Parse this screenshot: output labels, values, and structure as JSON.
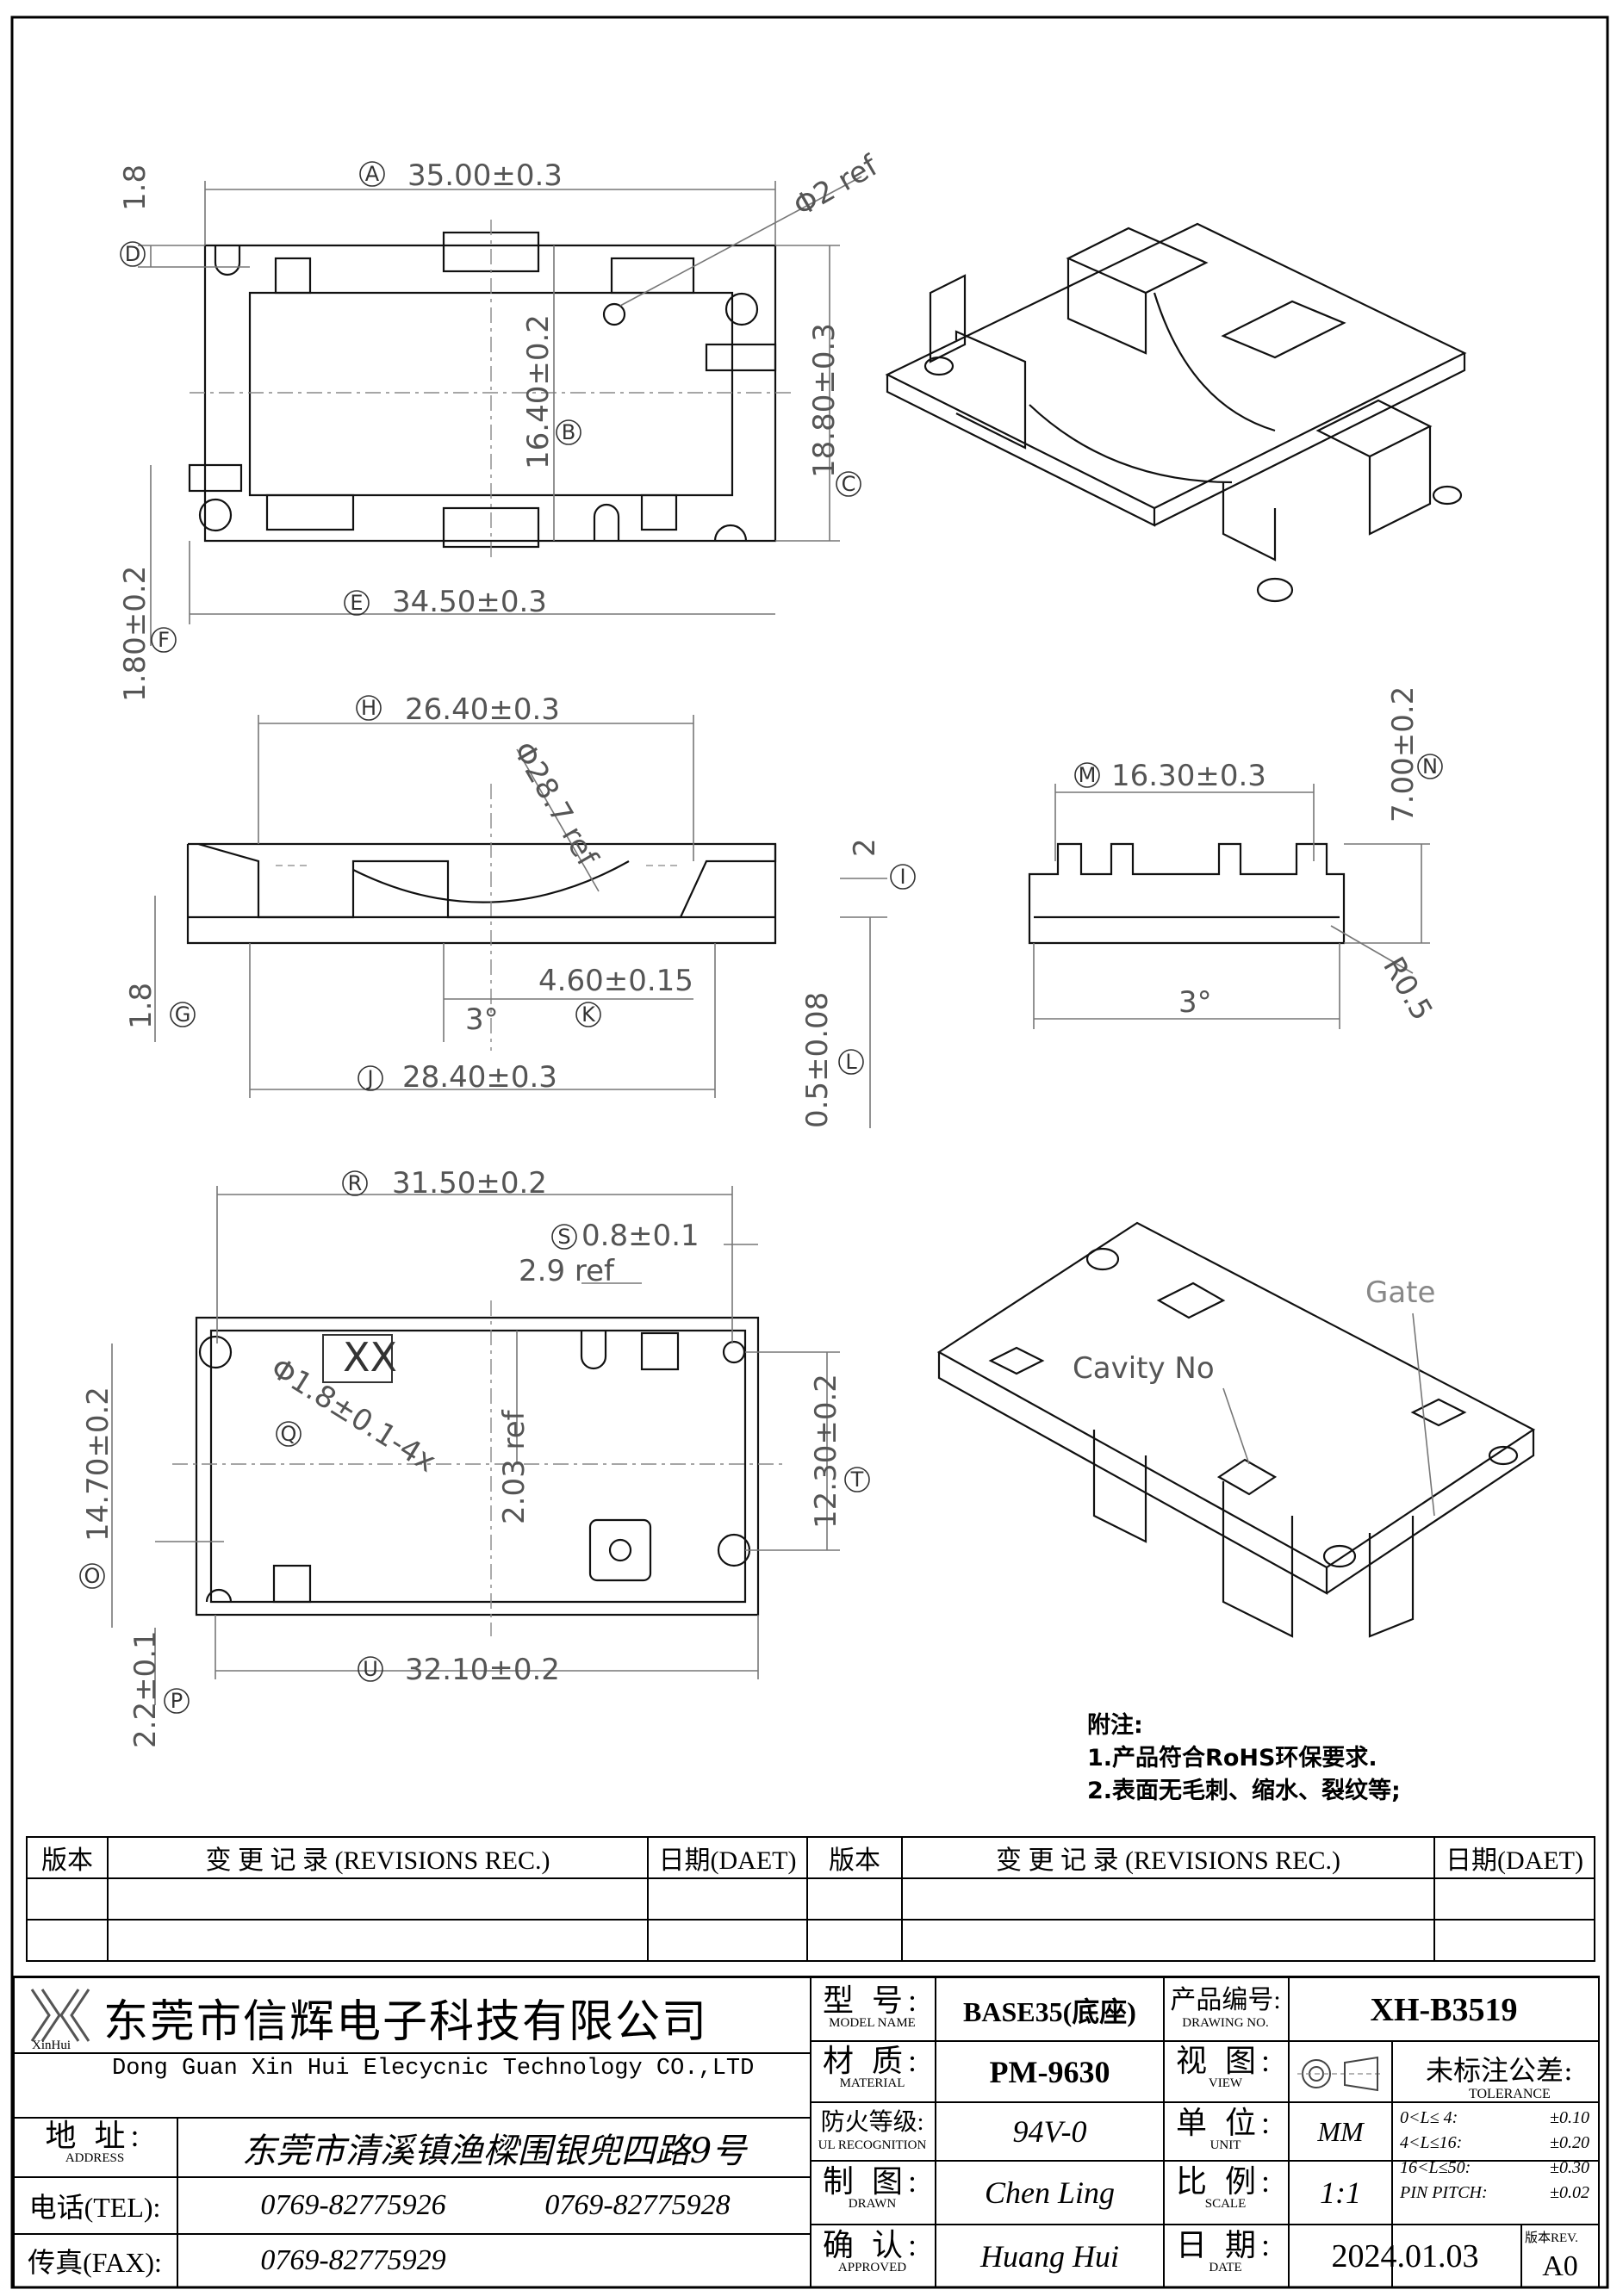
{
  "dimensions": {
    "A": "35.00±0.3",
    "A_tag": "A",
    "B": "16.40±0.2",
    "B_tag": "B",
    "C": "18.80±0.3",
    "C_tag": "C",
    "D": "1.8",
    "D_tag": "D",
    "E": "34.50±0.3",
    "E_tag": "E",
    "F": "1.80±0.2",
    "F_tag": "F",
    "phi2": "Φ2 ref",
    "H": "26.40±0.3",
    "H_tag": "H",
    "phi287": "Φ28.7 ref",
    "I": "2",
    "I_tag": "I",
    "G": "1.8",
    "G_tag": "G",
    "K": "4.60±0.15",
    "K_tag": "K",
    "angle1": "3°",
    "J": "28.40±0.3",
    "J_tag": "J",
    "L": "0.5±0.08",
    "L_tag": "L",
    "M": "16.30±0.3",
    "M_tag": "M",
    "N": "7.00±0.2",
    "N_tag": "N",
    "R05": "R0.5",
    "angle2": "3°",
    "R": "31.50±0.2",
    "R_tag": "R",
    "S": "0.8±0.1",
    "S_tag": "S",
    "ref29": "2.9 ref",
    "ref203": "2.03 ref",
    "O": "14.70±0.2",
    "O_tag": "O",
    "T": "12.30±0.2",
    "T_tag": "T",
    "Q": "Φ1.8±0.1-4x",
    "Q_tag": "Q",
    "U": "32.10±0.2",
    "U_tag": "U",
    "P": "2.2±0.1",
    "P_tag": "P",
    "xx": "XX",
    "cavity": "Cavity No",
    "gate": "Gate"
  },
  "notes": {
    "title": "附注:",
    "line1": "1.产品符合RoHS环保要求.",
    "line2": "2.表面无毛刺、缩水、裂纹等;"
  },
  "revisions": {
    "h_ver": "版本",
    "h_rec": "变 更 记 录 (REVISIONS REC.)",
    "h_date": "日期(DAET)"
  },
  "title_block": {
    "company_cn": "东莞市信辉电子科技有限公司",
    "company_en": "Dong Guan Xin Hui Elecycnic Technology CO.,LTD",
    "logo_text": "XinHui",
    "address_label": "地 址:",
    "address_label_en": "ADDRESS",
    "address": "东莞市清溪镇渔樑围银兜四路9号",
    "tel_label": "电话(TEL):",
    "tel1": "0769-82775926",
    "tel2": "0769-82775928",
    "fax_label": "传真(FAX):",
    "fax": "0769-82775929",
    "model_label": "型 号:",
    "model_label_en": "MODEL NAME",
    "model": "BASE35(底座)",
    "material_label": "材 质:",
    "material_label_en": "MATERIAL",
    "material": "PM-9630",
    "ul_label": "防火等级:",
    "ul_label_en": "UL RECOGNITION",
    "ul": "94V-0",
    "drawn_label": "制 图:",
    "drawn_label_en": "DRAWN",
    "drawn": "Chen Ling",
    "approved_label": "确 认:",
    "approved_label_en": "APPROVED",
    "approved": "Huang Hui",
    "drawing_no_label": "产品编号:",
    "drawing_no_label_en": "DRAWING NO.",
    "drawing_no": "XH-B3519",
    "view_label": "视 图:",
    "view_label_en": "VIEW",
    "unit_label": "单 位:",
    "unit_label_en": "UNIT",
    "unit": "MM",
    "scale_label": "比 例:",
    "scale_label_en": "SCALE",
    "scale": "1:1",
    "date_label": "日 期:",
    "date_label_en": "DATE",
    "date": "2024.01.03",
    "tolerance_title": "未标注公差:",
    "tolerance_en": "TOLERANCE",
    "tol1_range": "0<L≤ 4:",
    "tol1_val": "±0.10",
    "tol2_range": "4<L≤16:",
    "tol2_val": "±0.20",
    "tol3_range": "16<L≤50:",
    "tol3_val": "±0.30",
    "tol4_range": "PIN PITCH:",
    "tol4_val": "±0.02",
    "rev_label": "版本REV.",
    "rev": "A0"
  }
}
